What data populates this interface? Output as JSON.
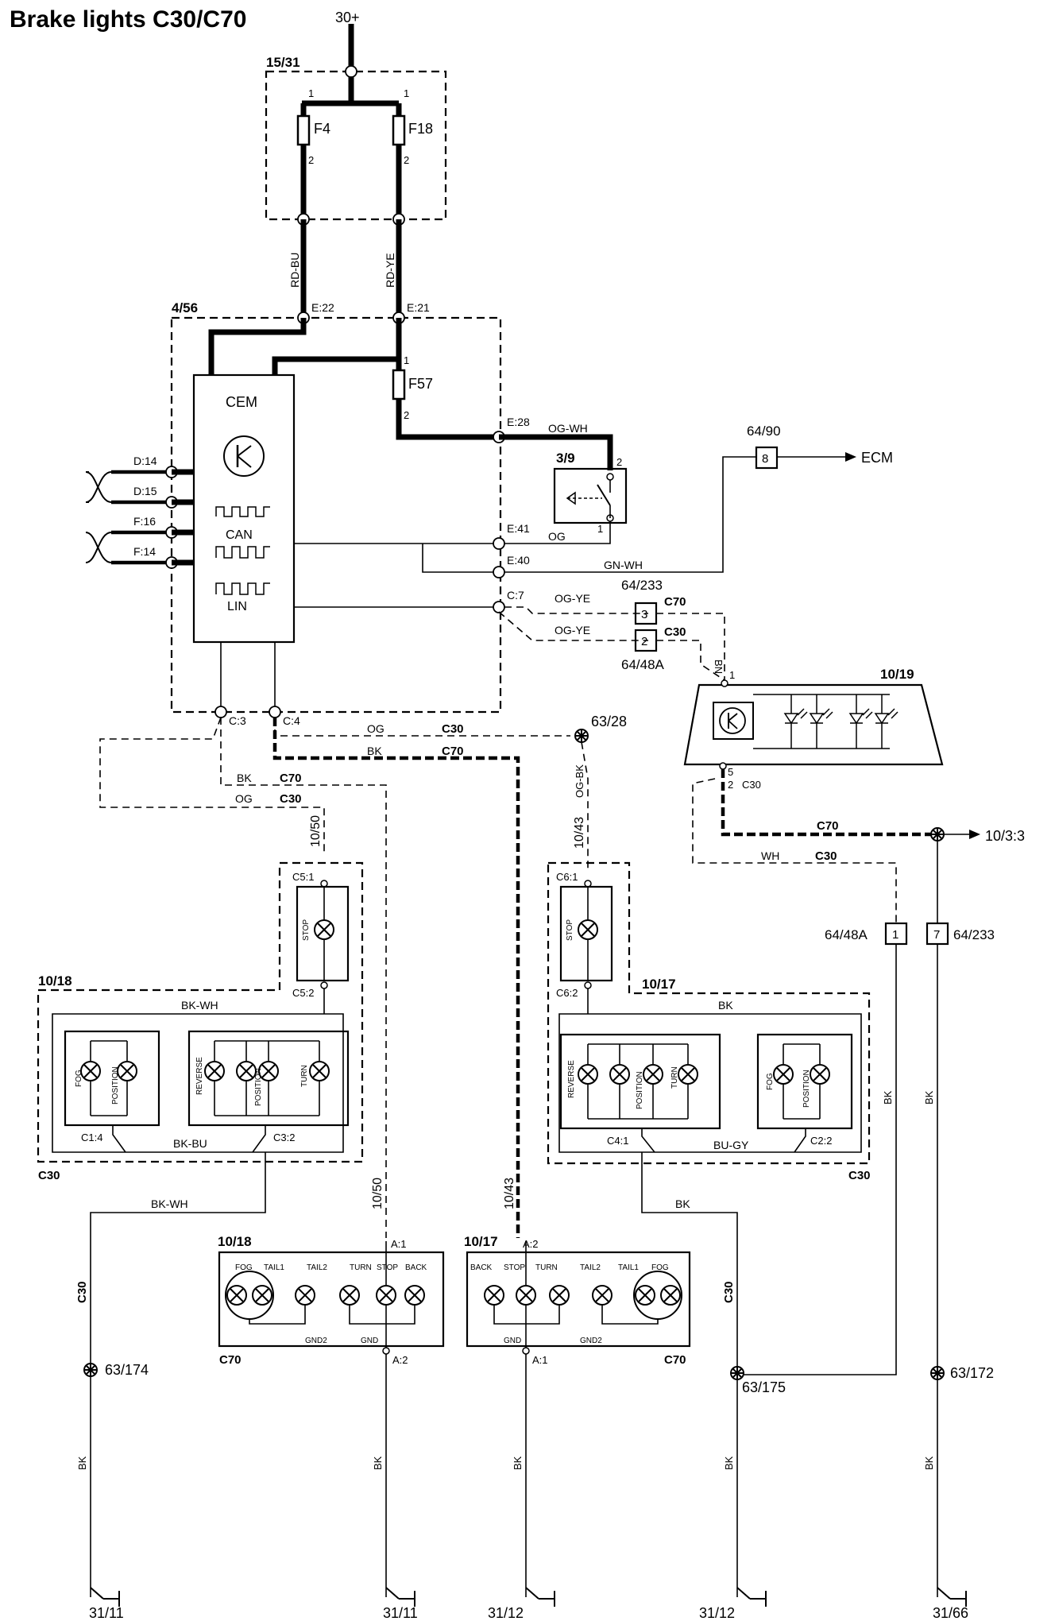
{
  "title": "Brake lights C30/C70",
  "supply": "30+",
  "fuse_box": {
    "id": "15/31",
    "fuse_a": "F4",
    "fuse_b": "F18",
    "pin1": "1",
    "pin2": "2"
  },
  "wires": {
    "rd_bu": "RD-BU",
    "rd_ye": "RD-YE",
    "og_wh": "OG-WH",
    "og": "OG",
    "gn_wh": "GN-WH",
    "og_ye": "OG-YE",
    "bn": "BN",
    "bk": "BK",
    "wh": "WH",
    "og_bk": "OG-BK",
    "bk_wh": "BK-WH",
    "bk_bu": "BK-BU",
    "bu_gy": "BU-GY"
  },
  "cem": {
    "id": "4/56",
    "label": "CEM",
    "can": "CAN",
    "lin": "LIN",
    "fuse": "F57",
    "pins": {
      "e22": "E:22",
      "e21": "E:21",
      "e28": "E:28",
      "e41": "E:41",
      "e40": "E:40",
      "c7": "C:7",
      "c3": "C:3",
      "c4": "C:4",
      "d14": "D:14",
      "d15": "D:15",
      "f16": "F:16",
      "f14": "F:14"
    }
  },
  "switch": {
    "id": "3/9"
  },
  "ecm": {
    "connector": "64/90",
    "pin": "8",
    "label": "ECM"
  },
  "connectors": {
    "c64_233": "64/233",
    "c64_48a": "64/48A",
    "p3": "3",
    "p2": "2",
    "p1": "1",
    "p7": "7"
  },
  "variants": {
    "c70": "C70",
    "c30": "C30"
  },
  "high_stop": {
    "id": "10/19",
    "pin1": "1",
    "pin5": "5",
    "pin2": "2"
  },
  "splices": {
    "s63_28": "63/28",
    "s63_174": "63/174",
    "s63_175": "63/175",
    "s63_172": "63/172"
  },
  "refs": {
    "r10_3_3": "10/3:3",
    "r10_50": "10/50",
    "r10_43": "10/43"
  },
  "left_lamp": {
    "id": "10/18",
    "stop": "STOP",
    "c5_1": "C5:1",
    "c5_2": "C5:2",
    "c1_4": "C1:4",
    "c3_2": "C3:2",
    "fog": "FOG",
    "position": "POSITION",
    "reverse": "REVERSE",
    "turn": "TURN"
  },
  "right_lamp": {
    "id": "10/17",
    "stop": "STOP",
    "c6_1": "C6:1",
    "c6_2": "C6:2",
    "c4_1": "C4:1",
    "c2_2": "C2:2",
    "reverse": "REVERSE",
    "position": "POSITION",
    "turn": "TURN",
    "fog": "FOG"
  },
  "c70_left": {
    "id": "10/18",
    "a1": "A:1",
    "a2": "A:2",
    "fog": "FOG",
    "tail1": "TAIL1",
    "tail2": "TAIL2",
    "turn": "TURN",
    "stop": "STOP",
    "back": "BACK",
    "gnd2": "GND2",
    "gnd": "GND"
  },
  "c70_right": {
    "id": "10/17",
    "a2": "A:2",
    "a1": "A:1",
    "back": "BACK",
    "stop": "STOP",
    "turn": "TURN",
    "tail2": "TAIL2",
    "tail1": "TAIL1",
    "fog": "FOG",
    "gnd": "GND",
    "gnd2": "GND2"
  },
  "grounds": {
    "g1": "31/11",
    "g2": "31/11",
    "g3": "31/12",
    "g4": "31/12",
    "g5": "31/66"
  }
}
